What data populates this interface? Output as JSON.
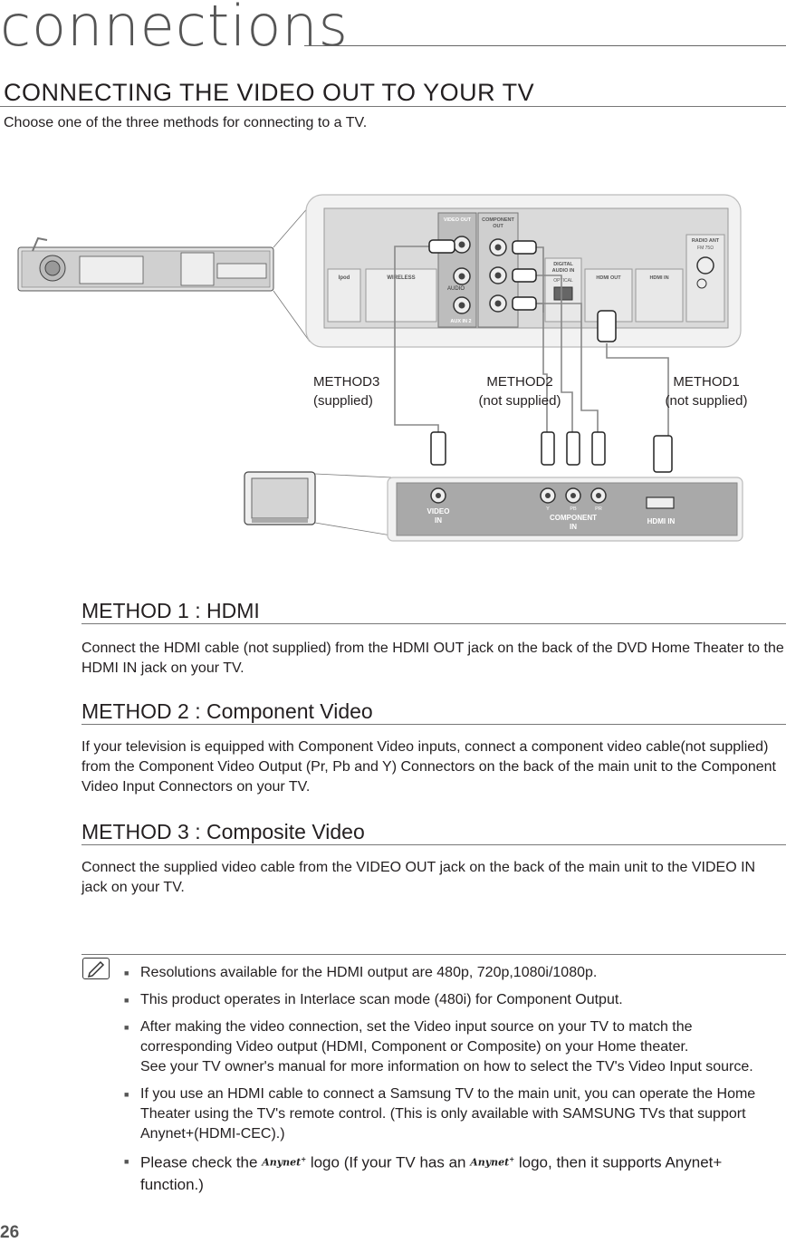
{
  "chapter": {
    "title": "connections"
  },
  "section": {
    "title": "CONNECTING THE VIDEO OUT TO YOUR TV",
    "intro": "Choose one of the three methods for connecting to a TV."
  },
  "diagram": {
    "labels": {
      "method3": "METHOD3",
      "method3_sub": "(supplied)",
      "method2": "METHOD2",
      "method2_sub": "(not supplied)",
      "method1": "METHOD1",
      "method1_sub": "(not supplied)"
    },
    "unit_panel": {
      "video_out": "VIDEO OUT",
      "component_out": "COMPONENT",
      "component_out2": "OUT",
      "ipod": "Ipod",
      "wireless": "WIRELESS",
      "audio": "AUDIO",
      "aux_in": "AUX IN 2",
      "digital_audio": "DIGITAL",
      "digital_audio2": "AUDIO IN",
      "optical": "OPTICAL",
      "hdmi_out": "HDMI OUT",
      "hdmi_in": "HDMI IN",
      "radio_ant": "RADIO ANT",
      "fm": "FM  75Ω"
    },
    "tv_panel": {
      "video_in": "VIDEO",
      "video_in2": "IN",
      "y": "Y",
      "pb": "PB",
      "pr": "PR",
      "component_in": "COMPONENT",
      "component_in2": "IN",
      "hdmi_in": "HDMI IN"
    },
    "colors": {
      "panel": "#d6d6d6",
      "panel_dark": "#8a8a8a",
      "cable": "#777777"
    }
  },
  "methods": [
    {
      "heading": "METHOD 1 : HDMI",
      "text": "Connect the HDMI cable (not supplied) from the HDMI OUT jack on the back of the DVD Home Theater to the HDMI IN jack on your TV."
    },
    {
      "heading": "METHOD 2 : Component Video",
      "text": "If your television is equipped with Component Video inputs, connect a component video cable(not supplied) from the Component Video Output (Pr, Pb and Y) Connectors on the back of the main unit to the Component Video Input Connectors on your TV."
    },
    {
      "heading": "METHOD 3 : Composite Video",
      "text": "Connect the supplied video cable from the VIDEO OUT jack on the back of the main unit to the VIDEO IN jack on your TV."
    }
  ],
  "notes": {
    "icon": "note-pencil-icon",
    "items": [
      "Resolutions available for the HDMI output are 480p, 720p,1080i/1080p.",
      "This product operates in Interlace scan mode (480i) for Component Output.",
      "After making the video connection, set the Video input source on your TV to match the corresponding Video output (HDMI, Component or Composite) on your Home theater.",
      "See your TV owner's manual for more information on how to select the TV's Video Input source.",
      "If you use an HDMI cable to connect a Samsung TV to the main unit, you can operate the Home Theater using the TV's remote control. (This is only available with SAMSUNG TVs that support Anynet+(HDMI-CEC).)"
    ],
    "last_parts": {
      "a": "Please check the",
      "b": "logo (If your TV has an",
      "c": "logo, then it supports Anynet+ function.)"
    },
    "logo_text": "Anynet",
    "logo_sup": "+"
  },
  "page_number": "26"
}
